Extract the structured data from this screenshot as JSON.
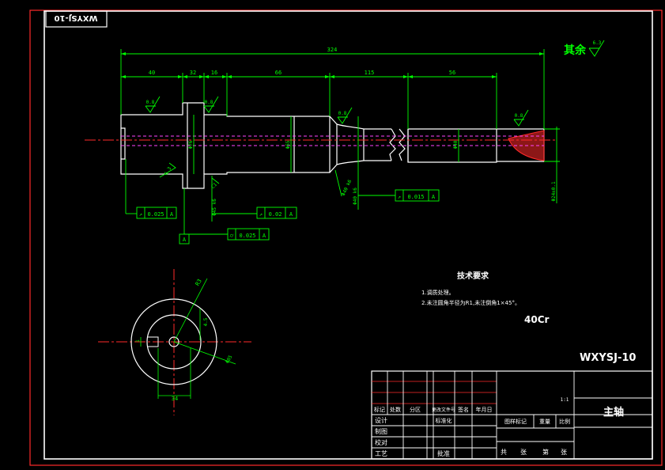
{
  "drawing": {
    "code_box_text": "WXYSJ-10",
    "code_text": "WXYSJ-10",
    "material": "40Cr",
    "remaining_roughness_label": "其余",
    "remaining_roughness_value": "6.3",
    "tech_requirements": {
      "title": "技术要求",
      "items": [
        "1.调质处理。",
        "2.未注圆角半径为R1,未注倒角1×45°。"
      ]
    }
  },
  "dimensions": {
    "overall_length": "324",
    "segments": [
      "40",
      "32",
      "16",
      "66",
      "115",
      "56"
    ],
    "diameters": [
      "Φ76",
      "Φ55",
      "Φ40",
      "Φ24±0.1"
    ],
    "fits": [
      "Φ45 k6",
      "Φ40 k6",
      "Φ40 k6"
    ],
    "chamfer": "C1",
    "roughness": [
      "0.8",
      "0.8",
      "0.8",
      "0.8",
      "6.3"
    ],
    "section": {
      "radius": "R3",
      "keyway_depth": "4.5",
      "keyway_width": "1",
      "width": "34",
      "diameter": "Φ85"
    }
  },
  "tolerances": {
    "datum": "A",
    "frames": [
      {
        "symbol": "↗",
        "value": "0.025",
        "datum": "A"
      },
      {
        "symbol": "↗",
        "value": "0.02",
        "datum": "A"
      },
      {
        "symbol": "↗",
        "value": "0.015",
        "datum": "A"
      },
      {
        "symbol": "⌭",
        "value": "0.025",
        "datum": "A"
      }
    ]
  },
  "title_block": {
    "part_name": "主轴",
    "scale": "1:1",
    "rev_row": [
      "标记",
      "处数",
      "分区",
      "更改文件号",
      "签名",
      "年月日"
    ],
    "left_rows": [
      "设计",
      "制图",
      "校对",
      "工艺"
    ],
    "standardize": "标准化",
    "approve": "批准",
    "stage_row": [
      "图样标记",
      "重量",
      "比例"
    ],
    "sheet_row": [
      "共",
      "张",
      "第",
      "张"
    ]
  }
}
